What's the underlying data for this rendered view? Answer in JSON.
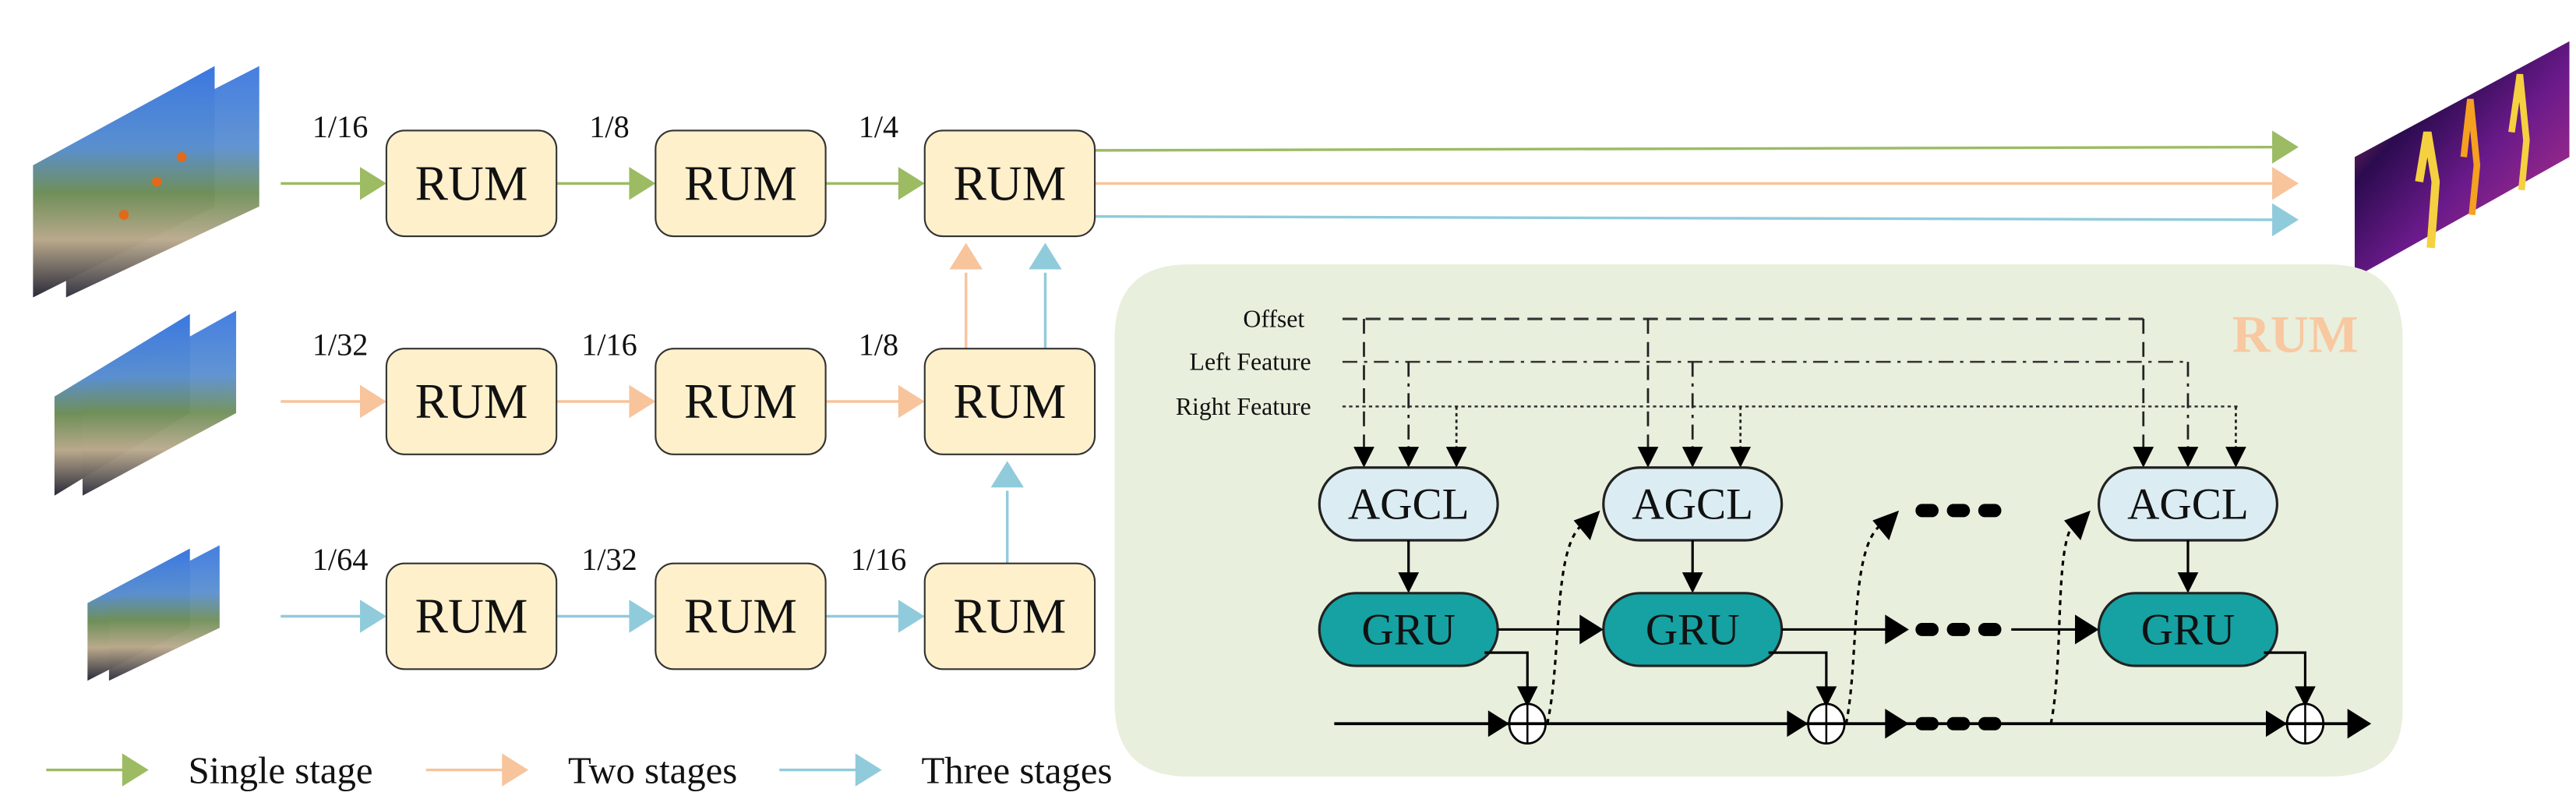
{
  "figure": {
    "colors": {
      "single_stage": "#9cbb63",
      "two_stages": "#f7c49c",
      "three_stages": "#90cbdb",
      "rum_fill": "#fff0cc",
      "panel_bg": "#e8efdc",
      "agcl_fill": "#dbedf3",
      "gru_fill": "#16a1a3",
      "rum_panel_title": "#f8c8a0"
    },
    "rows": [
      {
        "name": "single-stage",
        "scales": [
          "1/16",
          "1/8",
          "1/4"
        ],
        "modules": [
          "RUM",
          "RUM",
          "RUM"
        ]
      },
      {
        "name": "two-stages",
        "scales": [
          "1/32",
          "1/16",
          "1/8"
        ],
        "modules": [
          "RUM",
          "RUM",
          "RUM"
        ]
      },
      {
        "name": "three-stages",
        "scales": [
          "1/64",
          "1/32",
          "1/16"
        ],
        "modules": [
          "RUM",
          "RUM",
          "RUM"
        ]
      }
    ],
    "legend": [
      {
        "label": "Single stage",
        "color": "#9cbb63"
      },
      {
        "label": "Two stages",
        "color": "#f7c49c"
      },
      {
        "label": "Three stages",
        "color": "#90cbdb"
      }
    ],
    "rum_panel": {
      "title": "RUM",
      "inputs": [
        "Offset",
        "Left Feature",
        "Right Feature"
      ],
      "agcl_label": "AGCL",
      "gru_label": "GRU",
      "ellipsis": "•••",
      "sum_symbol": "⊕"
    },
    "images": {
      "input_left": "input-image-pair-stack",
      "output_right": "disparity-map-output"
    }
  }
}
